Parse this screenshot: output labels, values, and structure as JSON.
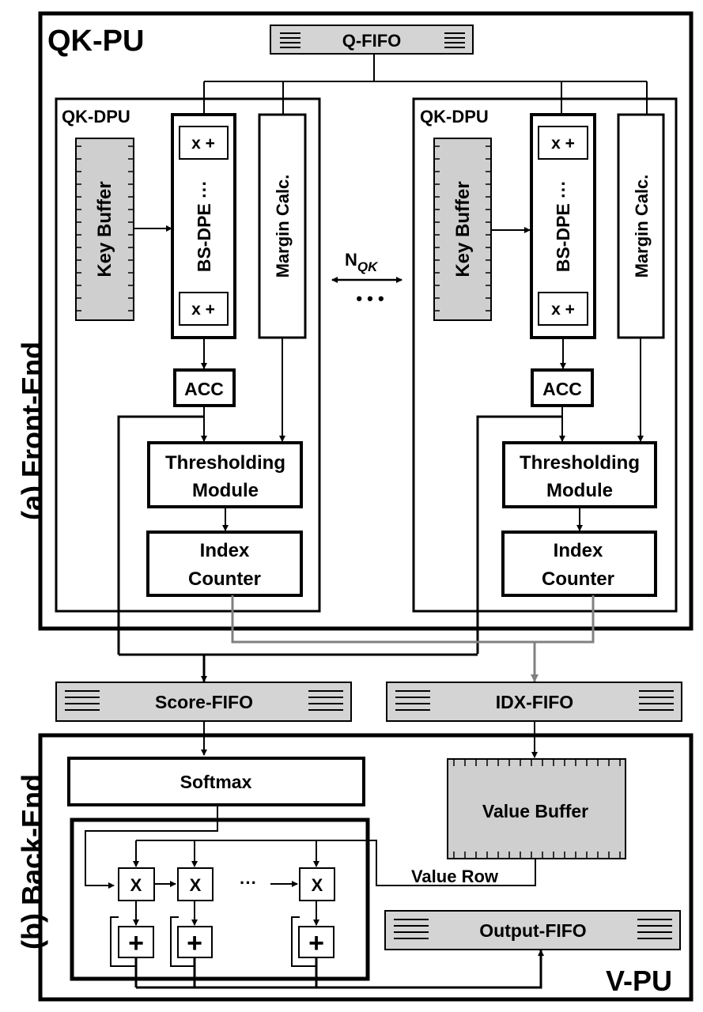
{
  "frontend": {
    "side_label": "(a) Front-End",
    "unit_title": "QK-PU",
    "q_fifo": "Q-FIFO",
    "parallel_label_main": "N",
    "parallel_label_sub": "QK",
    "ellipsis": "• • •",
    "dpu": {
      "title": "QK-DPU",
      "key_buffer": "Key Buffer",
      "bs_dpe": "BS-DPE ···",
      "mac": "x +",
      "margin_calc": "Margin Calc.",
      "acc": "ACC",
      "thresholding_line1": "Thresholding",
      "thresholding_line2": "Module",
      "index_counter_line1": "Index",
      "index_counter_line2": "Counter"
    }
  },
  "fifos": {
    "score": "Score-FIFO",
    "idx": "IDX-FIFO"
  },
  "backend": {
    "side_label": "(b) Back-End",
    "unit_title": "V-PU",
    "softmax": "Softmax",
    "value_buffer": "Value Buffer",
    "value_row": "Value Row",
    "multiply": "X",
    "add": "+",
    "chain_ellipsis": "···",
    "output_fifo": "Output-FIFO"
  },
  "colors": {
    "fifo_fill": "#d4d4d4",
    "buffer_fill": "#cfcfcf",
    "idx_wire": "#808080",
    "ink": "#000000"
  }
}
